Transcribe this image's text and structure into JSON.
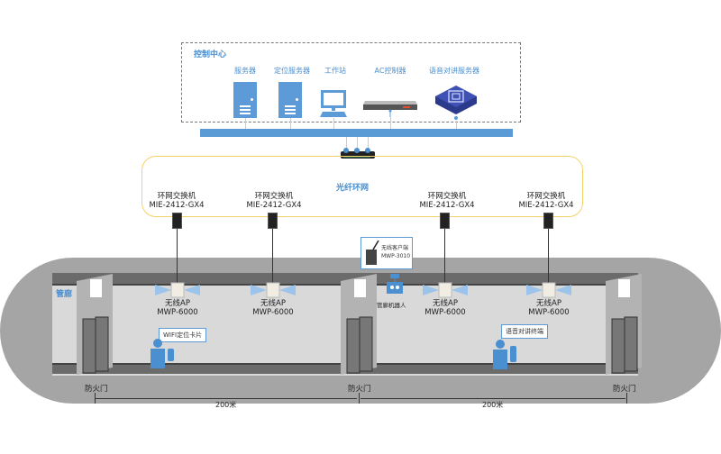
{
  "control_center": {
    "title": "控制中心",
    "devices": [
      {
        "label": "服务器",
        "icon": "server-icon"
      },
      {
        "label": "定位服务器",
        "icon": "server-icon"
      },
      {
        "label": "工作站",
        "icon": "workstation-icon"
      },
      {
        "label": "AC控制器",
        "icon": "ac-controller-icon"
      },
      {
        "label": "语音对讲服务器",
        "icon": "pbx-server-icon"
      }
    ]
  },
  "ring": {
    "label": "光纤环网",
    "switches": [
      {
        "name": "环网交换机",
        "model": "MIE-2412-GX4"
      },
      {
        "name": "环网交换机",
        "model": "MIE-2412-GX4"
      },
      {
        "name": "环网交换机",
        "model": "MIE-2412-GX4"
      },
      {
        "name": "环网交换机",
        "model": "MIE-2412-GX4"
      }
    ]
  },
  "tunnel": {
    "label": "管廊",
    "aps": [
      {
        "name": "无线AP",
        "model": "MWP-6000"
      },
      {
        "name": "无线AP",
        "model": "MWP-6000"
      },
      {
        "name": "无线AP",
        "model": "MWP-6000"
      },
      {
        "name": "无线AP",
        "model": "MWP-6000"
      }
    ],
    "wireless_client": {
      "name": "无线客户端",
      "model": "MWP-3010"
    },
    "robot_label": "管廊机器人",
    "wifi_card_label": "WIFI定位卡片",
    "intercom_label": "语音对讲终端",
    "fire_doors": [
      "防火门",
      "防火门",
      "防火门"
    ],
    "distances": [
      "200米",
      "200米"
    ]
  }
}
